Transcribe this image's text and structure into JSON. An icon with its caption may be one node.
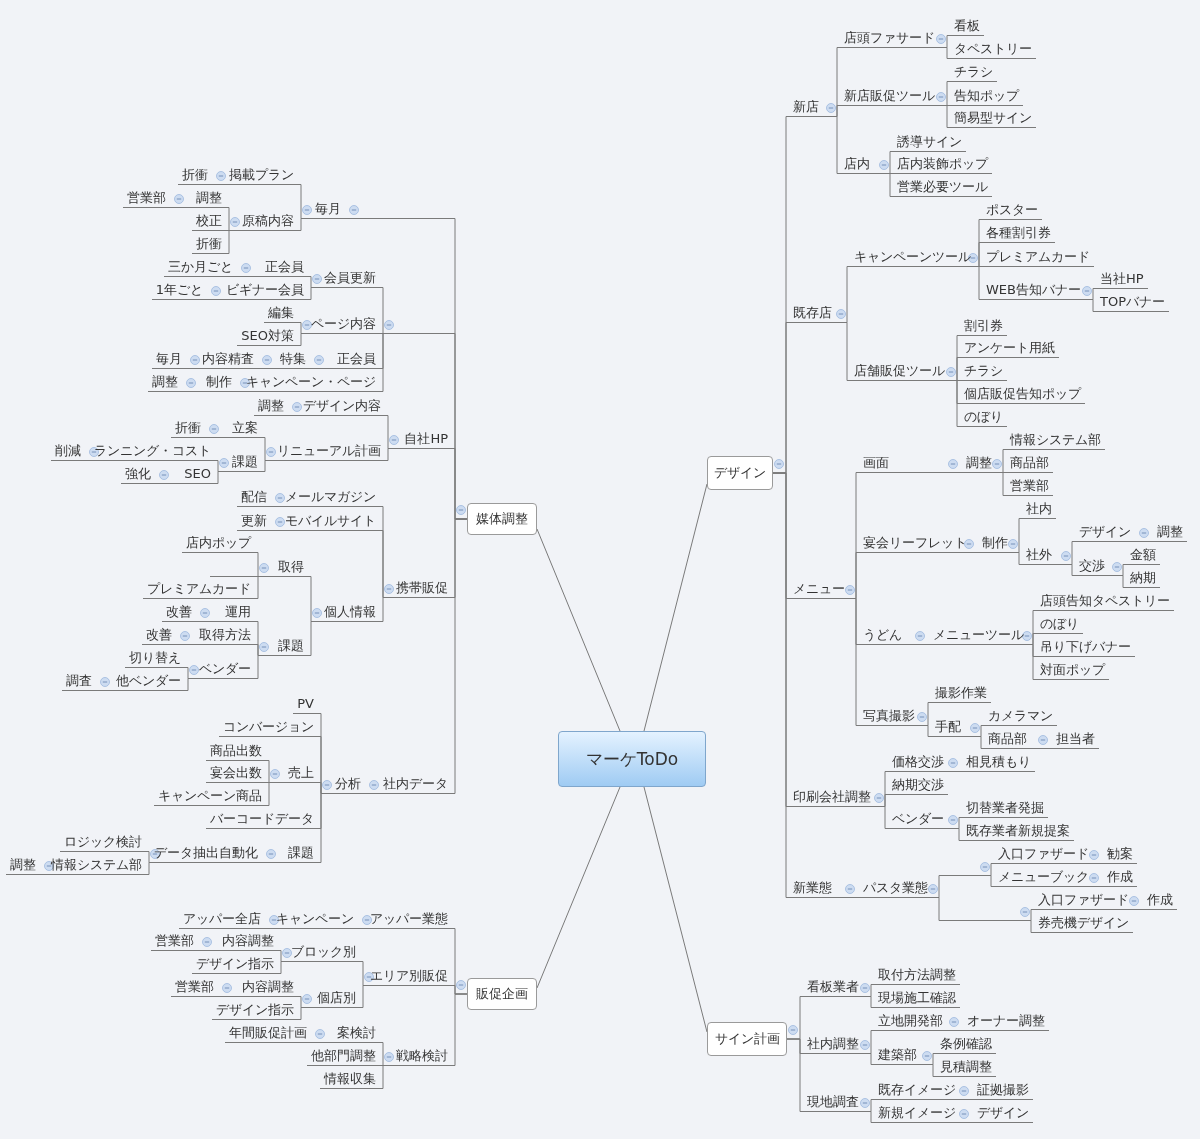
{
  "diagram": {
    "nodes": [
      {
        "text": [
          "マーケToDo"
        ]
      },
      {
        "text": [
          "媒体調整"
        ]
      },
      {
        "text": [],
        "shape": "bar"
      },
      {
        "text": [
          "毎月"
        ]
      },
      {
        "text": [
          "掲載プラン"
        ]
      },
      {
        "text": [
          "折衝"
        ]
      },
      {
        "text": [
          "原稿内容"
        ]
      },
      {
        "text": [
          "調整"
        ]
      },
      {
        "text": [
          "営業部"
        ]
      },
      {
        "text": [
          "校正"
        ]
      },
      {
        "text": [
          "折衝"
        ]
      },
      {
        "text": [],
        "shape": "bar"
      },
      {
        "text": [
          "会員更新"
        ]
      },
      {
        "text": [
          "正会員"
        ]
      },
      {
        "text": [
          "三か月ごと"
        ]
      },
      {
        "text": [
          "ビギナー会員"
        ]
      },
      {
        "text": [
          "1年ごと"
        ]
      },
      {
        "text": [
          "ページ内容"
        ]
      },
      {
        "text": [
          "編集"
        ]
      },
      {
        "text": [
          "SEO対策"
        ]
      },
      {
        "text": [
          "正会員"
        ]
      },
      {
        "text": [
          "特集"
        ]
      },
      {
        "text": [
          "内容精査"
        ]
      },
      {
        "text": [
          "毎月"
        ]
      },
      {
        "text": [
          "キャンペーン・ページ"
        ]
      },
      {
        "text": [
          "制作"
        ]
      },
      {
        "text": [
          "調整"
        ]
      },
      {
        "text": [
          "自社HP"
        ]
      },
      {
        "text": [
          "デザイン内容"
        ]
      },
      {
        "text": [
          "調整"
        ]
      },
      {
        "text": [
          "リニューアル計画"
        ]
      },
      {
        "text": [
          "立案"
        ]
      },
      {
        "text": [
          "折衝"
        ]
      },
      {
        "text": [
          "課題"
        ]
      },
      {
        "text": [
          "ランニング・コスト"
        ]
      },
      {
        "text": [
          "削減"
        ]
      },
      {
        "text": [
          "SEO"
        ]
      },
      {
        "text": [
          "強化"
        ]
      },
      {
        "text": [
          "携帯販促"
        ]
      },
      {
        "text": [
          "メールマガジン"
        ]
      },
      {
        "text": [
          "配信"
        ]
      },
      {
        "text": [
          "モバイルサイト"
        ]
      },
      {
        "text": [
          "更新"
        ]
      },
      {
        "text": [
          "個人情報"
        ]
      },
      {
        "text": [
          "取得"
        ]
      },
      {
        "text": [
          "店内ポップ"
        ]
      },
      {
        "text": [],
        "shape": "bar"
      },
      {
        "text": [
          "プレミアムカード"
        ]
      },
      {
        "text": [
          "課題"
        ]
      },
      {
        "text": [
          "運用"
        ]
      },
      {
        "text": [
          "改善"
        ]
      },
      {
        "text": [
          "取得方法"
        ]
      },
      {
        "text": [
          "改善"
        ]
      },
      {
        "text": [
          "ベンダー"
        ]
      },
      {
        "text": [
          "切り替え"
        ]
      },
      {
        "text": [
          "他ベンダー"
        ]
      },
      {
        "text": [
          "調査"
        ]
      },
      {
        "text": [
          "社内データ"
        ]
      },
      {
        "text": [
          "分析"
        ]
      },
      {
        "text": [
          "PV"
        ]
      },
      {
        "text": [
          "コンバージョン"
        ]
      },
      {
        "text": [
          "売上"
        ]
      },
      {
        "text": [
          "商品出数"
        ]
      },
      {
        "text": [
          "宴会出数"
        ]
      },
      {
        "text": [
          "キャンペーン商品"
        ]
      },
      {
        "text": [
          "バーコードデータ"
        ]
      },
      {
        "text": [
          "課題"
        ]
      },
      {
        "text": [
          "データ抽出自動化"
        ]
      },
      {
        "text": [
          "ロジック検討"
        ]
      },
      {
        "text": [
          "情報システム部"
        ]
      },
      {
        "text": [
          "調整"
        ]
      },
      {
        "text": [
          "販促企画"
        ]
      },
      {
        "text": [
          "アッパー業態"
        ]
      },
      {
        "text": [
          "キャンペーン"
        ]
      },
      {
        "text": [
          "アッパー全店"
        ]
      },
      {
        "text": [
          "エリア別販促"
        ]
      },
      {
        "text": [
          "ブロック別"
        ]
      },
      {
        "text": [
          "内容調整"
        ]
      },
      {
        "text": [
          "営業部"
        ]
      },
      {
        "text": [
          "デザイン指示"
        ]
      },
      {
        "text": [
          "個店別"
        ]
      },
      {
        "text": [
          "内容調整"
        ]
      },
      {
        "text": [
          "営業部"
        ]
      },
      {
        "text": [
          "デザイン指示"
        ]
      },
      {
        "text": [
          "戦略検討"
        ]
      },
      {
        "text": [
          "案検討"
        ]
      },
      {
        "text": [
          "年間販促計画"
        ]
      },
      {
        "text": [
          "他部門調整"
        ]
      },
      {
        "text": [
          "情報収集"
        ]
      },
      {
        "text": [
          "デザイン"
        ]
      },
      {
        "text": [
          "新店"
        ]
      },
      {
        "text": [
          "店頭ファサード"
        ]
      },
      {
        "text": [
          "看板"
        ]
      },
      {
        "text": [
          "タペストリー"
        ]
      },
      {
        "text": [
          "新店販促ツール"
        ]
      },
      {
        "text": [
          "チラシ"
        ]
      },
      {
        "text": [
          "告知ポップ"
        ]
      },
      {
        "text": [
          "簡易型サイン"
        ]
      },
      {
        "text": [
          "店内"
        ]
      },
      {
        "text": [
          "誘導サイン"
        ]
      },
      {
        "text": [
          "店内装飾ポップ"
        ]
      },
      {
        "text": [
          "営業必要ツール"
        ]
      },
      {
        "text": [
          "既存店"
        ]
      },
      {
        "text": [
          "キャンペーンツール"
        ]
      },
      {
        "text": [
          "ポスター"
        ]
      },
      {
        "text": [
          "各種割引券"
        ]
      },
      {
        "text": [
          "プレミアムカード"
        ]
      },
      {
        "text": [
          "WEB告知バナー"
        ]
      },
      {
        "text": [
          "当社HP"
        ]
      },
      {
        "text": [
          "TOPバナー"
        ]
      },
      {
        "text": [
          "店舗販促ツール"
        ]
      },
      {
        "text": [
          "割引券"
        ]
      },
      {
        "text": [
          "アンケート用紙"
        ]
      },
      {
        "text": [
          "チラシ"
        ]
      },
      {
        "text": [
          "個店販促告知ポップ"
        ]
      },
      {
        "text": [
          "のぼり"
        ]
      },
      {
        "text": [
          "メニュー"
        ]
      },
      {
        "text": [
          "画面"
        ]
      },
      {
        "text": [
          "調整"
        ]
      },
      {
        "text": [
          "情報システム部"
        ]
      },
      {
        "text": [
          "商品部"
        ]
      },
      {
        "text": [
          "営業部"
        ]
      },
      {
        "text": [
          "宴会リーフレット"
        ]
      },
      {
        "text": [
          "制作"
        ]
      },
      {
        "text": [
          "社内"
        ]
      },
      {
        "text": [
          "社外"
        ]
      },
      {
        "text": [
          "デザイン"
        ]
      },
      {
        "text": [
          "調整"
        ]
      },
      {
        "text": [
          "交渉"
        ]
      },
      {
        "text": [
          "金額"
        ]
      },
      {
        "text": [
          "納期"
        ]
      },
      {
        "text": [
          "うどん"
        ]
      },
      {
        "text": [
          "メニューツール"
        ]
      },
      {
        "text": [
          "店頭告知タペストリー"
        ]
      },
      {
        "text": [
          "のぼり"
        ]
      },
      {
        "text": [
          "吊り下げバナー"
        ]
      },
      {
        "text": [
          "対面ポップ"
        ]
      },
      {
        "text": [
          "写真撮影"
        ]
      },
      {
        "text": [
          "撮影作業"
        ]
      },
      {
        "text": [
          "手配"
        ]
      },
      {
        "text": [
          "カメラマン"
        ]
      },
      {
        "text": [
          "商品部"
        ]
      },
      {
        "text": [
          "担当者"
        ]
      },
      {
        "text": [
          "印刷会社調整"
        ]
      },
      {
        "text": [
          "価格交渉"
        ]
      },
      {
        "text": [
          "相見積もり"
        ]
      },
      {
        "text": [
          "納期交渉"
        ]
      },
      {
        "text": [
          "ベンダー"
        ]
      },
      {
        "text": [
          "切替業者発掘"
        ]
      },
      {
        "text": [
          "既存業者新規提案"
        ]
      },
      {
        "text": [
          "新業態"
        ]
      },
      {
        "text": [
          "パスタ業態"
        ]
      },
      {
        "text": [],
        "shape": "bar"
      },
      {
        "text": [
          "入口ファザード"
        ]
      },
      {
        "text": [
          "勧案"
        ]
      },
      {
        "text": [
          "メニューブック"
        ]
      },
      {
        "text": [
          "作成"
        ]
      },
      {
        "text": [],
        "shape": "bar"
      },
      {
        "text": [
          "入口ファザード"
        ]
      },
      {
        "text": [
          "作成"
        ]
      },
      {
        "text": [
          "券売機デザイン"
        ]
      },
      {
        "text": [
          "サイン計画"
        ]
      },
      {
        "text": [
          "看板業者"
        ]
      },
      {
        "text": [
          "取付方法調整"
        ]
      },
      {
        "text": [
          "現場施工確認"
        ]
      },
      {
        "text": [
          "社内調整"
        ]
      },
      {
        "text": [
          "立地開発部"
        ]
      },
      {
        "text": [
          "オーナー調整"
        ]
      },
      {
        "text": [
          "建築部"
        ]
      },
      {
        "text": [
          "条例確認"
        ]
      },
      {
        "text": [
          "見積調整"
        ]
      },
      {
        "text": [
          "現地調査"
        ]
      },
      {
        "text": [
          "既存イメージ"
        ]
      },
      {
        "text": [
          "証拠撮影"
        ]
      },
      {
        "text": [
          "新規イメージ"
        ]
      },
      {
        "text": [
          "デザイン"
        ]
      }
    ],
    "edges": [
      {
        "from": 0,
        "to": 1,
        "arrow": "none"
      },
      {
        "from": 1,
        "to": 2,
        "arrow": "none"
      },
      {
        "from": 2,
        "to": 3,
        "arrow": "none"
      },
      {
        "from": 3,
        "to": 4,
        "arrow": "none"
      },
      {
        "from": 4,
        "to": 5,
        "arrow": "none"
      },
      {
        "from": 3,
        "to": 6,
        "arrow": "none"
      },
      {
        "from": 6,
        "to": 7,
        "arrow": "none"
      },
      {
        "from": 7,
        "to": 8,
        "arrow": "none"
      },
      {
        "from": 6,
        "to": 9,
        "arrow": "none"
      },
      {
        "from": 6,
        "to": 10,
        "arrow": "none"
      },
      {
        "from": 1,
        "to": 11,
        "arrow": "none"
      },
      {
        "from": 11,
        "to": 12,
        "arrow": "none"
      },
      {
        "from": 12,
        "to": 13,
        "arrow": "none"
      },
      {
        "from": 13,
        "to": 14,
        "arrow": "none"
      },
      {
        "from": 12,
        "to": 15,
        "arrow": "none"
      },
      {
        "from": 15,
        "to": 16,
        "arrow": "none"
      },
      {
        "from": 11,
        "to": 17,
        "arrow": "none"
      },
      {
        "from": 17,
        "to": 18,
        "arrow": "none"
      },
      {
        "from": 17,
        "to": 19,
        "arrow": "none"
      },
      {
        "from": 11,
        "to": 20,
        "arrow": "none"
      },
      {
        "from": 20,
        "to": 21,
        "arrow": "none"
      },
      {
        "from": 21,
        "to": 22,
        "arrow": "none"
      },
      {
        "from": 22,
        "to": 23,
        "arrow": "none"
      },
      {
        "from": 11,
        "to": 24,
        "arrow": "none"
      },
      {
        "from": 24,
        "to": 25,
        "arrow": "none"
      },
      {
        "from": 25,
        "to": 26,
        "arrow": "none"
      },
      {
        "from": 1,
        "to": 27,
        "arrow": "none"
      },
      {
        "from": 27,
        "to": 28,
        "arrow": "none"
      },
      {
        "from": 28,
        "to": 29,
        "arrow": "none"
      },
      {
        "from": 27,
        "to": 30,
        "arrow": "none"
      },
      {
        "from": 30,
        "to": 31,
        "arrow": "none"
      },
      {
        "from": 31,
        "to": 32,
        "arrow": "none"
      },
      {
        "from": 30,
        "to": 33,
        "arrow": "none"
      },
      {
        "from": 33,
        "to": 34,
        "arrow": "none"
      },
      {
        "from": 34,
        "to": 35,
        "arrow": "none"
      },
      {
        "from": 33,
        "to": 36,
        "arrow": "none"
      },
      {
        "from": 36,
        "to": 37,
        "arrow": "none"
      },
      {
        "from": 1,
        "to": 38,
        "arrow": "none"
      },
      {
        "from": 38,
        "to": 39,
        "arrow": "none"
      },
      {
        "from": 39,
        "to": 40,
        "arrow": "none"
      },
      {
        "from": 38,
        "to": 41,
        "arrow": "none"
      },
      {
        "from": 41,
        "to": 42,
        "arrow": "none"
      },
      {
        "from": 38,
        "to": 43,
        "arrow": "none"
      },
      {
        "from": 43,
        "to": 44,
        "arrow": "none"
      },
      {
        "from": 44,
        "to": 45,
        "arrow": "none"
      },
      {
        "from": 44,
        "to": 46,
        "arrow": "none"
      },
      {
        "from": 44,
        "to": 47,
        "arrow": "none"
      },
      {
        "from": 43,
        "to": 48,
        "arrow": "none"
      },
      {
        "from": 48,
        "to": 49,
        "arrow": "none"
      },
      {
        "from": 49,
        "to": 50,
        "arrow": "none"
      },
      {
        "from": 48,
        "to": 51,
        "arrow": "none"
      },
      {
        "from": 51,
        "to": 52,
        "arrow": "none"
      },
      {
        "from": 48,
        "to": 53,
        "arrow": "none"
      },
      {
        "from": 53,
        "to": 54,
        "arrow": "none"
      },
      {
        "from": 53,
        "to": 55,
        "arrow": "none"
      },
      {
        "from": 55,
        "to": 56,
        "arrow": "none"
      },
      {
        "from": 1,
        "to": 57,
        "arrow": "none"
      },
      {
        "from": 57,
        "to": 58,
        "arrow": "none"
      },
      {
        "from": 58,
        "to": 59,
        "arrow": "none"
      },
      {
        "from": 58,
        "to": 60,
        "arrow": "none"
      },
      {
        "from": 58,
        "to": 61,
        "arrow": "none"
      },
      {
        "from": 61,
        "to": 62,
        "arrow": "none"
      },
      {
        "from": 61,
        "to": 63,
        "arrow": "none"
      },
      {
        "from": 61,
        "to": 64,
        "arrow": "none"
      },
      {
        "from": 58,
        "to": 65,
        "arrow": "none"
      },
      {
        "from": 58,
        "to": 66,
        "arrow": "none"
      },
      {
        "from": 66,
        "to": 67,
        "arrow": "none"
      },
      {
        "from": 67,
        "to": 68,
        "arrow": "none"
      },
      {
        "from": 67,
        "to": 69,
        "arrow": "none"
      },
      {
        "from": 69,
        "to": 70,
        "arrow": "none"
      },
      {
        "from": 0,
        "to": 71,
        "arrow": "none"
      },
      {
        "from": 71,
        "to": 72,
        "arrow": "none"
      },
      {
        "from": 72,
        "to": 73,
        "arrow": "none"
      },
      {
        "from": 73,
        "to": 74,
        "arrow": "none"
      },
      {
        "from": 71,
        "to": 75,
        "arrow": "none"
      },
      {
        "from": 75,
        "to": 76,
        "arrow": "none"
      },
      {
        "from": 76,
        "to": 77,
        "arrow": "none"
      },
      {
        "from": 77,
        "to": 78,
        "arrow": "none"
      },
      {
        "from": 76,
        "to": 79,
        "arrow": "none"
      },
      {
        "from": 75,
        "to": 80,
        "arrow": "none"
      },
      {
        "from": 80,
        "to": 81,
        "arrow": "none"
      },
      {
        "from": 81,
        "to": 82,
        "arrow": "none"
      },
      {
        "from": 80,
        "to": 83,
        "arrow": "none"
      },
      {
        "from": 71,
        "to": 84,
        "arrow": "none"
      },
      {
        "from": 84,
        "to": 85,
        "arrow": "none"
      },
      {
        "from": 85,
        "to": 86,
        "arrow": "none"
      },
      {
        "from": 84,
        "to": 87,
        "arrow": "none"
      },
      {
        "from": 84,
        "to": 88,
        "arrow": "none"
      },
      {
        "from": 0,
        "to": 89,
        "arrow": "none"
      },
      {
        "from": 89,
        "to": 90,
        "arrow": "none"
      },
      {
        "from": 90,
        "to": 91,
        "arrow": "none"
      },
      {
        "from": 91,
        "to": 92,
        "arrow": "none"
      },
      {
        "from": 91,
        "to": 93,
        "arrow": "none"
      },
      {
        "from": 90,
        "to": 94,
        "arrow": "none"
      },
      {
        "from": 94,
        "to": 95,
        "arrow": "none"
      },
      {
        "from": 94,
        "to": 96,
        "arrow": "none"
      },
      {
        "from": 94,
        "to": 97,
        "arrow": "none"
      },
      {
        "from": 90,
        "to": 98,
        "arrow": "none"
      },
      {
        "from": 98,
        "to": 99,
        "arrow": "none"
      },
      {
        "from": 98,
        "to": 100,
        "arrow": "none"
      },
      {
        "from": 98,
        "to": 101,
        "arrow": "none"
      },
      {
        "from": 89,
        "to": 102,
        "arrow": "none"
      },
      {
        "from": 102,
        "to": 103,
        "arrow": "none"
      },
      {
        "from": 103,
        "to": 104,
        "arrow": "none"
      },
      {
        "from": 103,
        "to": 105,
        "arrow": "none"
      },
      {
        "from": 103,
        "to": 106,
        "arrow": "none"
      },
      {
        "from": 103,
        "to": 107,
        "arrow": "none"
      },
      {
        "from": 107,
        "to": 108,
        "arrow": "none"
      },
      {
        "from": 107,
        "to": 109,
        "arrow": "none"
      },
      {
        "from": 102,
        "to": 110,
        "arrow": "none"
      },
      {
        "from": 110,
        "to": 111,
        "arrow": "none"
      },
      {
        "from": 110,
        "to": 112,
        "arrow": "none"
      },
      {
        "from": 110,
        "to": 113,
        "arrow": "none"
      },
      {
        "from": 110,
        "to": 114,
        "arrow": "none"
      },
      {
        "from": 110,
        "to": 115,
        "arrow": "none"
      },
      {
        "from": 89,
        "to": 116,
        "arrow": "none"
      },
      {
        "from": 116,
        "to": 117,
        "arrow": "none"
      },
      {
        "from": 117,
        "to": 118,
        "arrow": "none"
      },
      {
        "from": 118,
        "to": 119,
        "arrow": "none"
      },
      {
        "from": 118,
        "to": 120,
        "arrow": "none"
      },
      {
        "from": 118,
        "to": 121,
        "arrow": "none"
      },
      {
        "from": 116,
        "to": 122,
        "arrow": "none"
      },
      {
        "from": 122,
        "to": 123,
        "arrow": "none"
      },
      {
        "from": 123,
        "to": 124,
        "arrow": "none"
      },
      {
        "from": 123,
        "to": 125,
        "arrow": "none"
      },
      {
        "from": 125,
        "to": 126,
        "arrow": "none"
      },
      {
        "from": 126,
        "to": 127,
        "arrow": "none"
      },
      {
        "from": 125,
        "to": 128,
        "arrow": "none"
      },
      {
        "from": 128,
        "to": 129,
        "arrow": "none"
      },
      {
        "from": 128,
        "to": 130,
        "arrow": "none"
      },
      {
        "from": 116,
        "to": 131,
        "arrow": "none"
      },
      {
        "from": 131,
        "to": 132,
        "arrow": "none"
      },
      {
        "from": 132,
        "to": 133,
        "arrow": "none"
      },
      {
        "from": 132,
        "to": 134,
        "arrow": "none"
      },
      {
        "from": 132,
        "to": 135,
        "arrow": "none"
      },
      {
        "from": 132,
        "to": 136,
        "arrow": "none"
      },
      {
        "from": 116,
        "to": 137,
        "arrow": "none"
      },
      {
        "from": 137,
        "to": 138,
        "arrow": "none"
      },
      {
        "from": 137,
        "to": 139,
        "arrow": "none"
      },
      {
        "from": 139,
        "to": 140,
        "arrow": "none"
      },
      {
        "from": 139,
        "to": 141,
        "arrow": "none"
      },
      {
        "from": 141,
        "to": 142,
        "arrow": "none"
      },
      {
        "from": 89,
        "to": 143,
        "arrow": "none"
      },
      {
        "from": 143,
        "to": 144,
        "arrow": "none"
      },
      {
        "from": 144,
        "to": 145,
        "arrow": "none"
      },
      {
        "from": 143,
        "to": 146,
        "arrow": "none"
      },
      {
        "from": 143,
        "to": 147,
        "arrow": "none"
      },
      {
        "from": 147,
        "to": 148,
        "arrow": "none"
      },
      {
        "from": 147,
        "to": 149,
        "arrow": "none"
      },
      {
        "from": 89,
        "to": 150,
        "arrow": "none"
      },
      {
        "from": 150,
        "to": 151,
        "arrow": "none"
      },
      {
        "from": 151,
        "to": 152,
        "arrow": "none"
      },
      {
        "from": 152,
        "to": 153,
        "arrow": "none"
      },
      {
        "from": 153,
        "to": 154,
        "arrow": "none"
      },
      {
        "from": 152,
        "to": 155,
        "arrow": "none"
      },
      {
        "from": 155,
        "to": 156,
        "arrow": "none"
      },
      {
        "from": 151,
        "to": 157,
        "arrow": "none"
      },
      {
        "from": 157,
        "to": 158,
        "arrow": "none"
      },
      {
        "from": 158,
        "to": 159,
        "arrow": "none"
      },
      {
        "from": 157,
        "to": 160,
        "arrow": "none"
      },
      {
        "from": 0,
        "to": 161,
        "arrow": "none"
      },
      {
        "from": 161,
        "to": 162,
        "arrow": "none"
      },
      {
        "from": 162,
        "to": 163,
        "arrow": "none"
      },
      {
        "from": 162,
        "to": 164,
        "arrow": "none"
      },
      {
        "from": 161,
        "to": 165,
        "arrow": "none"
      },
      {
        "from": 165,
        "to": 166,
        "arrow": "none"
      },
      {
        "from": 166,
        "to": 167,
        "arrow": "none"
      },
      {
        "from": 165,
        "to": 168,
        "arrow": "none"
      },
      {
        "from": 168,
        "to": 169,
        "arrow": "none"
      },
      {
        "from": 168,
        "to": 170,
        "arrow": "none"
      },
      {
        "from": 161,
        "to": 171,
        "arrow": "none"
      },
      {
        "from": 171,
        "to": 172,
        "arrow": "none"
      },
      {
        "from": 172,
        "to": 173,
        "arrow": "none"
      },
      {
        "from": 171,
        "to": 174,
        "arrow": "none"
      },
      {
        "from": 174,
        "to": 175,
        "arrow": "none"
      }
    ]
  }
}
